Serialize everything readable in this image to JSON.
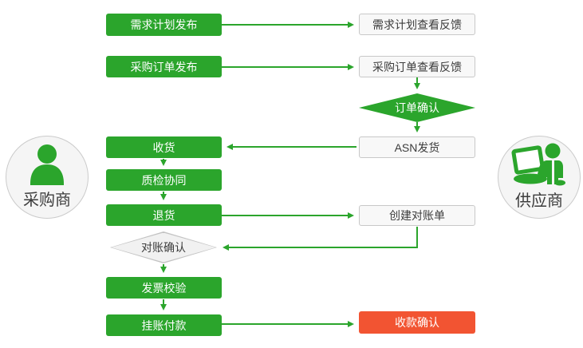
{
  "actors": {
    "buyer": {
      "label": "采购商"
    },
    "supplier": {
      "label": "供应商"
    }
  },
  "nodes": {
    "demand_plan_publish": {
      "label": "需求计划发布"
    },
    "demand_plan_feedback": {
      "label": "需求计划查看反馈"
    },
    "po_publish": {
      "label": "采购订单发布"
    },
    "po_feedback": {
      "label": "采购订单查看反馈"
    },
    "order_confirm": {
      "label": "订单确认"
    },
    "asn_ship": {
      "label": "ASN发货"
    },
    "receive": {
      "label": "收货"
    },
    "quality_check": {
      "label": "质检协同"
    },
    "return_goods": {
      "label": "退货"
    },
    "create_statement": {
      "label": "创建对账单"
    },
    "statement_confirm": {
      "label": "对账确认"
    },
    "invoice_verify": {
      "label": "发票校验"
    },
    "payment": {
      "label": "挂账付款"
    },
    "payment_confirm": {
      "label": "收款确认"
    }
  },
  "colors": {
    "process_green": "#2BA52C",
    "highlight_red": "#F25432",
    "connector_green": "#2BA52C",
    "neutral_fill": "#f8f8f8",
    "neutral_border": "#c8c8c8"
  }
}
